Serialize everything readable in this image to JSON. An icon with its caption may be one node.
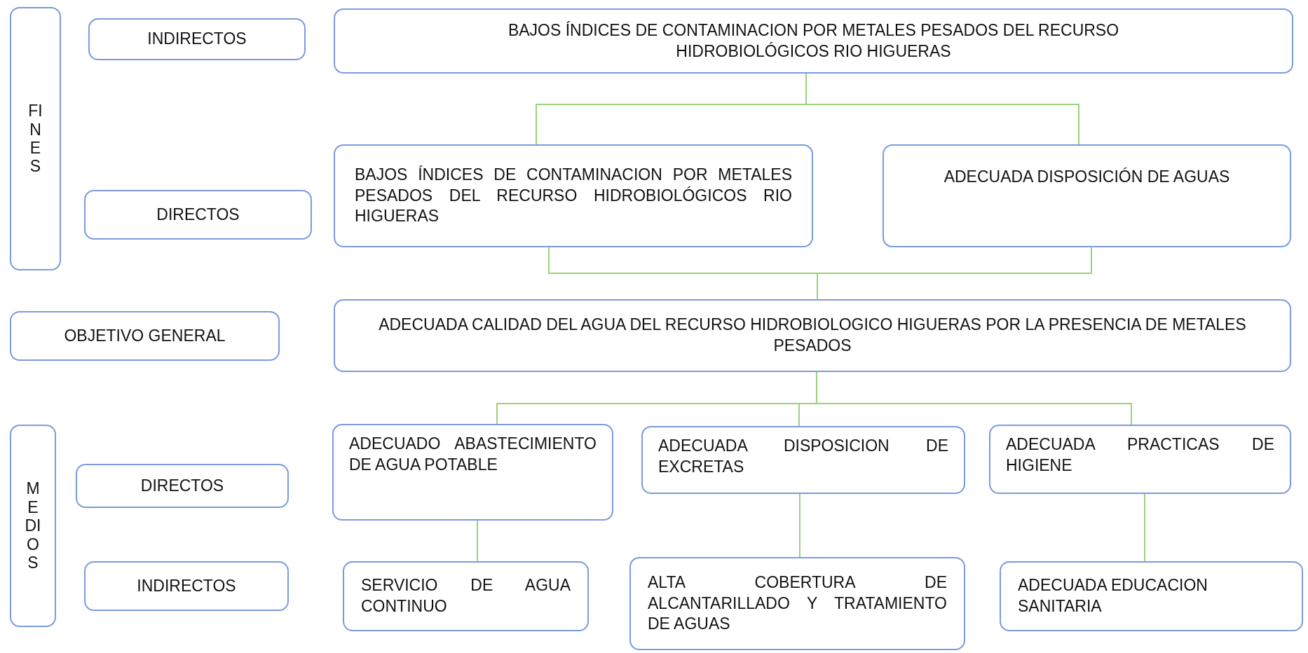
{
  "diagram": {
    "nodes": [
      {
        "text": [
          "FINES"
        ]
      },
      {
        "text": [
          "INDIRECTOS"
        ]
      },
      {
        "text": [
          "BAJOS ÍNDICES DE CONTAMINACION POR METALES PESADOS DEL RECURSO HIDROBIOLÓGICOS RIO HIGUERAS"
        ]
      },
      {
        "text": [
          "DIRECTOS"
        ]
      },
      {
        "text": [
          "BAJOS ÍNDICES DE CONTAMINACION POR METALES PESADOS DEL RECURSO HIDROBIOLÓGICOS RIO HIGUERAS"
        ]
      },
      {
        "text": [
          "ADECUADA DISPOSICIÓN DE AGUAS"
        ]
      },
      {
        "text": [
          "OBJETIVO GENERAL"
        ]
      },
      {
        "text": [
          "ADECUADA CALIDAD DEL AGUA DEL RECURSO HIDROBIOLOGICO HIGUERAS POR LA PRESENCIA DE METALES PESADOS"
        ]
      },
      {
        "text": [
          "MEDIOS"
        ]
      },
      {
        "text": [
          "DIRECTOS"
        ]
      },
      {
        "text": [
          "INDIRECTOS"
        ]
      },
      {
        "text": [
          "ADECUADO ABASTECIMIENTO DE AGUA POTABLE"
        ]
      },
      {
        "text": [
          "ADECUADA DISPOSICION DE EXCRETAS"
        ]
      },
      {
        "text": [
          "ADECUADA PRACTICAS DE HIGIENE"
        ]
      },
      {
        "text": [
          "SERVICIO DE AGUA CONTINUO"
        ]
      },
      {
        "text": [
          "ALTA COBERTURA DE ALCANTARILLADO Y TRATAMIENTO DE AGUAS"
        ]
      },
      {
        "text": [
          "ADECUADA EDUCACION SANITARIA"
        ]
      }
    ],
    "edges": [
      {
        "from": 2,
        "to": 4,
        "arrow": "none"
      },
      {
        "from": 2,
        "to": 5,
        "arrow": "none"
      },
      {
        "from": 4,
        "to": 7,
        "arrow": "none"
      },
      {
        "from": 5,
        "to": 7,
        "arrow": "none"
      },
      {
        "from": 7,
        "to": 11,
        "arrow": "none"
      },
      {
        "from": 7,
        "to": 12,
        "arrow": "none"
      },
      {
        "from": 7,
        "to": 13,
        "arrow": "none"
      },
      {
        "from": 11,
        "to": 14,
        "arrow": "none"
      },
      {
        "from": 12,
        "to": 15,
        "arrow": "none"
      },
      {
        "from": 13,
        "to": 16,
        "arrow": "none"
      }
    ]
  }
}
